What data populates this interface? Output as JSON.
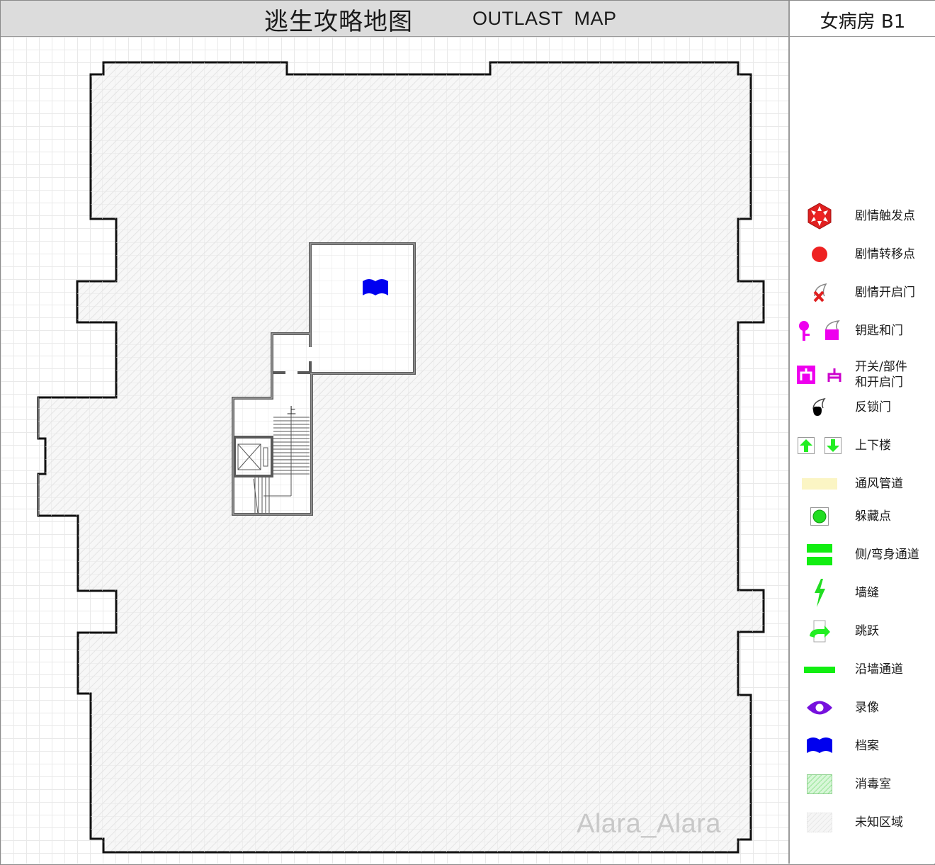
{
  "header": {
    "title_cn": "逃生攻略地图",
    "title_en": "OUTLAST  MAP",
    "floor": "女病房 B1"
  },
  "map": {
    "stair_label": "上",
    "markers": [
      {
        "type": "document",
        "label": "档案",
        "color": "#0000ff"
      }
    ],
    "colors": {
      "wall": "#111111",
      "inner_wall": "#666666",
      "unknown_fill": "#f3f3f3",
      "grid": "#e9e9e9"
    }
  },
  "legend": {
    "items": [
      {
        "icon": "story-trigger-icon",
        "label": "剧情触发点",
        "color": "#e02020"
      },
      {
        "icon": "story-transfer-icon",
        "label": "剧情转移点",
        "color": "#ee2222"
      },
      {
        "icon": "story-door-icon",
        "label": "剧情开启门",
        "color": "#e02020"
      },
      {
        "icon": "key-and-door-icon",
        "label": "钥匙和门",
        "color": "#ee00ee"
      },
      {
        "icon": "switch-part-door-icon",
        "label_line1": "开关/部件",
        "label_line2": "和开启门",
        "color": "#ee00ee"
      },
      {
        "icon": "locked-door-icon",
        "label": "反锁门",
        "color": "#000000"
      },
      {
        "icon": "stairs-up-down-icon",
        "label": "上下楼",
        "color": "#22ee22"
      },
      {
        "icon": "vent-icon",
        "label": "通风管道",
        "color": "#fbf5c4"
      },
      {
        "icon": "hiding-spot-icon",
        "label": "躲藏点",
        "color": "#22dd22"
      },
      {
        "icon": "squeeze-passage-icon",
        "label": "侧/弯身通道",
        "color": "#11ee11"
      },
      {
        "icon": "wall-crack-icon",
        "label": "墙缝",
        "color": "#22dd22"
      },
      {
        "icon": "jump-icon",
        "label": "跳跃",
        "color": "#22ee22"
      },
      {
        "icon": "ledge-passage-icon",
        "label": "沿墙通道",
        "color": "#11ee11"
      },
      {
        "icon": "recording-eye-icon",
        "label": "录像",
        "color": "#7711dd"
      },
      {
        "icon": "document-book-icon",
        "label": "档案",
        "color": "#0000ee"
      },
      {
        "icon": "disinfection-room-icon",
        "label": "消毒室",
        "color": "#c8f3c8"
      },
      {
        "icon": "unknown-area-icon",
        "label": "未知区域",
        "color": "#f3f3f3"
      }
    ]
  },
  "watermark": "Alara_Alara"
}
